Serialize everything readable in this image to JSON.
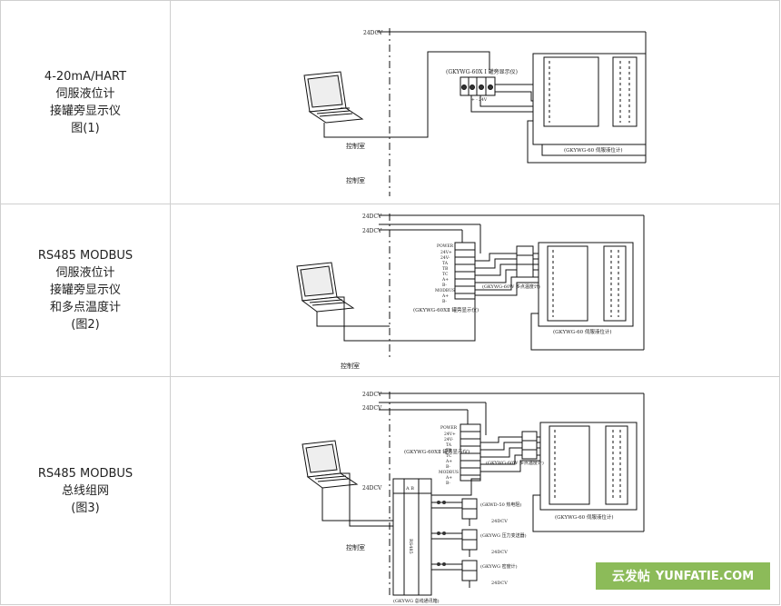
{
  "rows": [
    {
      "label_lines": [
        "4-20mA/HART",
        "伺服液位计",
        "接罐旁显示仪",
        "图(1)"
      ],
      "diagram": {
        "supply_label": "24DCV",
        "display_label": "(GKYWG-60X I  罐旁显示仪)",
        "display_term": "+  -  24V",
        "gauge_label": "(GKYWG-60 伺服液位计)",
        "control_room_inner": "控制室",
        "control_room_outer": "控制室"
      }
    },
    {
      "label_lines": [
        "RS485 MODBUS",
        "伺服液位计",
        "接罐旁显示仪",
        "和多点温度计",
        "(图2)"
      ],
      "diagram": {
        "supply_labels": [
          "24DCV",
          "24DCV"
        ],
        "display_label": "(GKYWG-60XⅡ 罐旁显示仪)",
        "display_terms": [
          "POWER",
          "24V+",
          "24V-",
          "TA",
          "TB",
          "TC",
          "A+",
          "B-",
          "MODBUS",
          "A+",
          "B-"
        ],
        "thermo_label": "(GKYWG-60W 多点温度计)",
        "gauge_label": "(GKYWG-60 伺服液位计)",
        "control_room": "控制室"
      }
    },
    {
      "label_lines": [
        "RS485 MODBUS",
        "总线组网",
        "(图3)"
      ],
      "diagram": {
        "supply_labels": [
          "24DCV",
          "24DCV",
          "24DCV"
        ],
        "display_label": "(GKYWG-60XⅡ 罐旁显示仪)",
        "display_terms": [
          "POWER",
          "24V+",
          "24V-",
          "TA",
          "TB",
          "TC",
          "A+",
          "B-",
          "MODBUS",
          "A+",
          "B-"
        ],
        "thermo_label": "(GKYWG-60W 多点温度计)",
        "gauge_label": "(GKYWG-60 伺服液位计)",
        "bus_label": "RS485",
        "bus_bottom_label": "(GKYWG 总线通讯箱)",
        "device_labels": [
          "(GKWD-50 热电阻)",
          "(GKYWG 压力变送器)",
          "(GKYWG 密度计)"
        ],
        "device_supply": [
          "24DCV",
          "24DCV",
          "24DCV"
        ],
        "ab_label": "A  B",
        "control_room": "控制室"
      }
    }
  ],
  "watermark": {
    "zh": "云发帖",
    "en": "YUNFATIE.COM"
  }
}
